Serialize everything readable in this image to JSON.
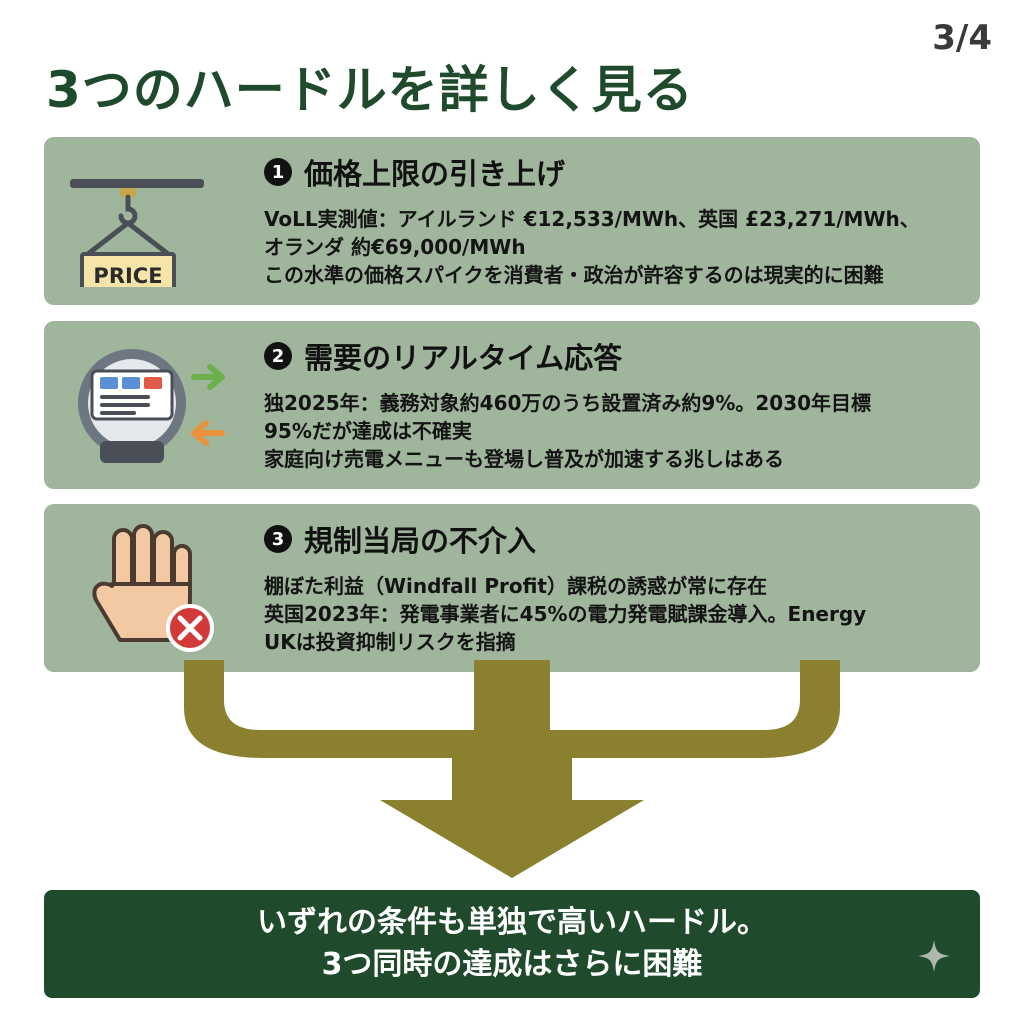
{
  "page_number": "3/4",
  "title": "3つのハードルを詳しく見る",
  "cards": [
    {
      "number": "1",
      "icon": "price-sign-icon",
      "sign_text": "PRICE",
      "heading": "価格上限の引き上げ",
      "lines": [
        "VoLL実測値：アイルランド €12,533/MWh、英国 £23,271/MWh、",
        "オランダ 約€69,000/MWh",
        "この水準の価格スパイクを消費者・政治が許容するのは現実的に困難"
      ]
    },
    {
      "number": "2",
      "icon": "smart-meter-icon",
      "heading": "需要のリアルタイム応答",
      "lines": [
        "独2025年：義務対象約460万のうち設置済み約9%。2030年目標",
        "95%だが達成は不確実",
        "家庭向け売電メニューも登場し普及が加速する兆しはある"
      ]
    },
    {
      "number": "3",
      "icon": "raised-hand-icon",
      "heading": "規制当局の不介入",
      "lines": [
        "棚ぼた利益（Windfall Profit）課税の誘惑が常に存在",
        "英国2023年：発電事業者に45%の電力発電賦課金導入。Energy",
        "UKは投資抑制リスクを指摘"
      ]
    }
  ],
  "conclusion": {
    "lines": [
      "いずれの条件も単独で高いハードル。",
      "3つ同時の達成はさらに困難"
    ]
  },
  "colors": {
    "title": "#1f4a2c",
    "card_bg": "#9fb59c",
    "arrow": "#8a8030",
    "footer_bg": "#1f4a2c",
    "meter_orange": "#e8923b",
    "meter_green": "#6bb04a",
    "stop_red": "#d23a3a"
  }
}
